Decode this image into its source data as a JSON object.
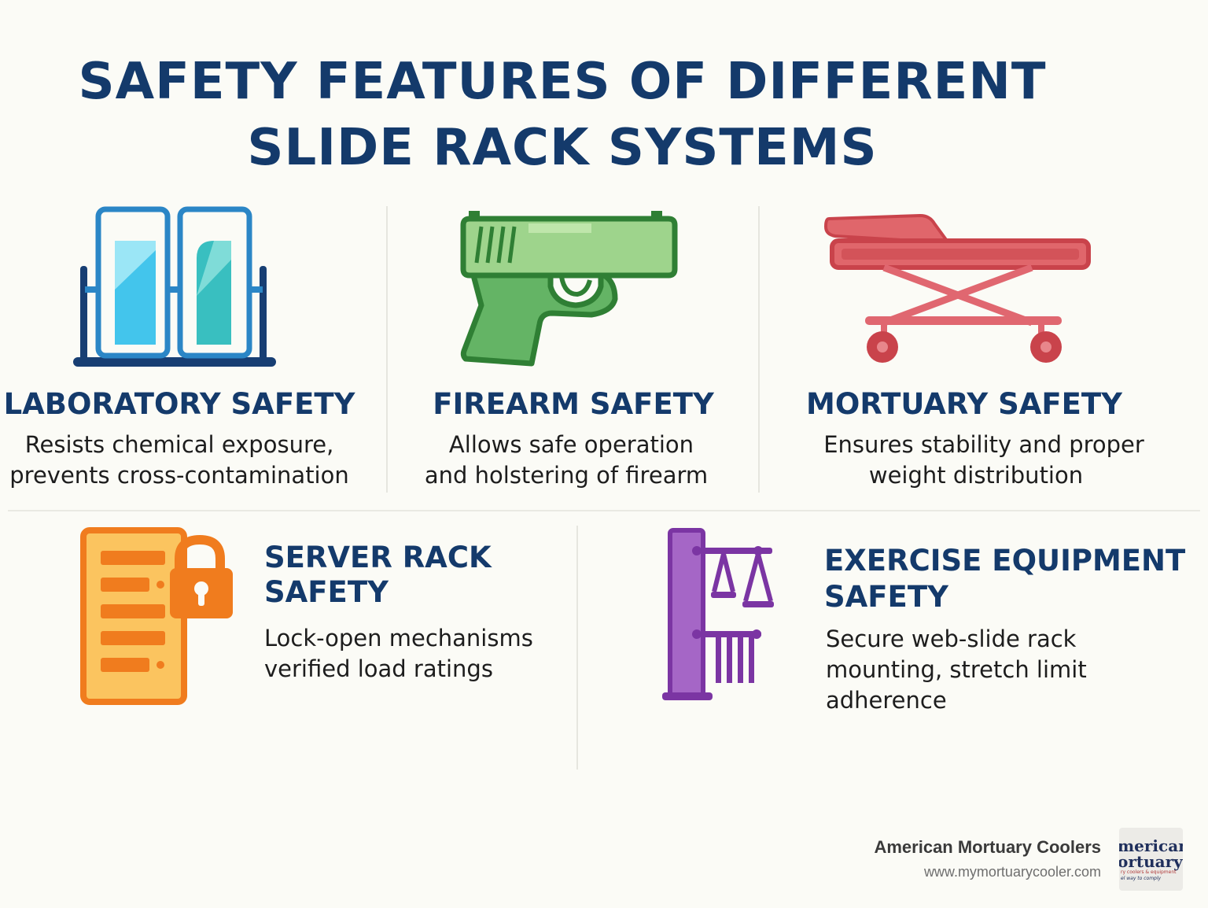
{
  "title": {
    "line1": "SAFETY FEATURES OF DIFFERENT",
    "line2": "SLIDE RACK SYSTEMS"
  },
  "top_row": [
    {
      "icon": "test-tube-rack-icon",
      "heading": "LABORATORY SAFETY",
      "line1": "Resists chemical exposure,",
      "line2": "prevents cross-contamination"
    },
    {
      "icon": "handgun-icon",
      "heading": "FIREARM SAFETY",
      "line1": "Allows safe operation",
      "line2": "and holstering of firearm"
    },
    {
      "icon": "stretcher-icon",
      "heading": "MORTUARY SAFETY",
      "line1": "Ensures stability and proper",
      "line2": "weight distribution"
    }
  ],
  "bottom_row": [
    {
      "icon": "server-lock-icon",
      "heading_line1": "SERVER RACK",
      "heading_line2": "SAFETY",
      "line1": "Lock-open mechanisms",
      "line2": "verified load ratings"
    },
    {
      "icon": "weight-rack-icon",
      "heading_line1": "EXERCISE EQUIPMENT",
      "heading_line2": "SAFETY",
      "line1": "Secure web-slide rack",
      "line2": "mounting, stretch limit",
      "line3": "adherence"
    }
  ],
  "footer": {
    "brand": "American Mortuary Coolers",
    "url": "www.mymortuarycooler.com",
    "logo_line1": "merican",
    "logo_line2": "ortuary",
    "logo_line3": "ry coolers & equipment",
    "logo_line4": "el way to comply"
  },
  "colors": {
    "title": "#143a6b",
    "lab_blue": "#1f6fb5",
    "firearm_green": "#3f9a3f",
    "mortuary_red": "#d0474f",
    "server_orange": "#f07c1e",
    "exercise_purple": "#8b3fb0"
  }
}
